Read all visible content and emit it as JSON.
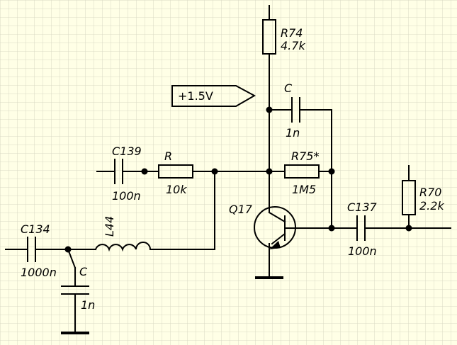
{
  "labels": {
    "r74": "R74",
    "r74_val": "4.7k",
    "c_top": "C",
    "c_top_val": "1n",
    "supply": "+1.5V",
    "c139": "C139",
    "c139_val": "100n",
    "r": "R",
    "r_val": "10k",
    "r75": "R75*",
    "r75_val": "1M5",
    "q17": "Q17",
    "c137": "C137",
    "c137_val": "100n",
    "r70": "R70",
    "r70_val": "2.2k",
    "c134": "C134",
    "c134_val": "1000n",
    "l44": "L44",
    "c_bot": "C",
    "c_bot_val": "1n"
  },
  "colors": {
    "background": "#ffffe6",
    "grid": "#d8d8c4",
    "wire": "#000000"
  }
}
